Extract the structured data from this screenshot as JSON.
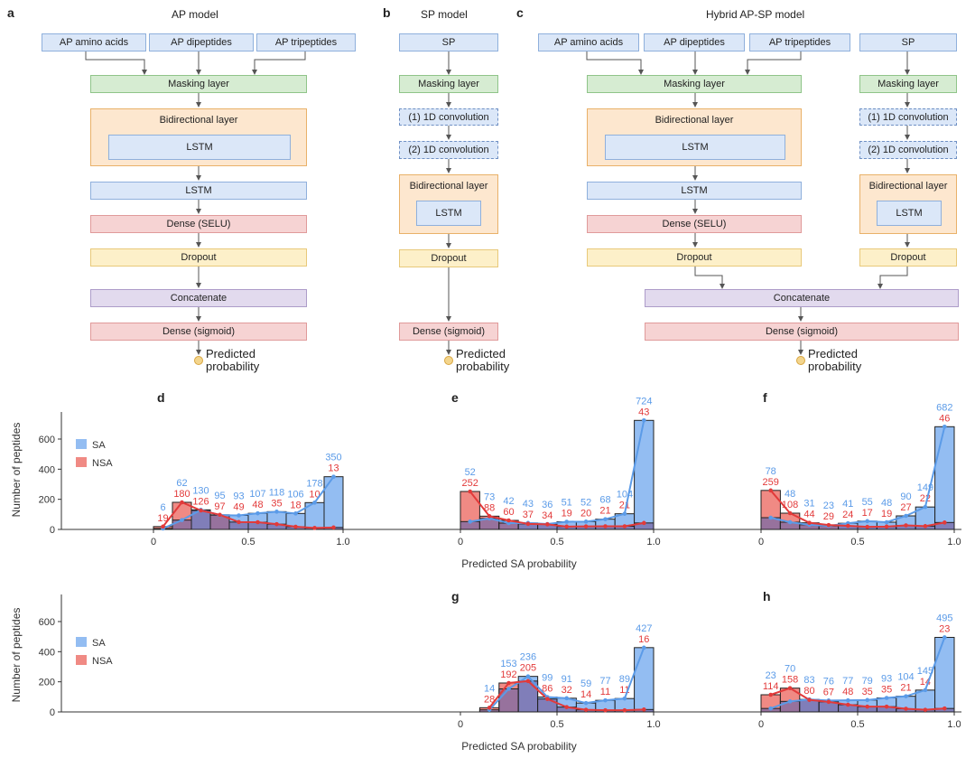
{
  "colors": {
    "sa": "#5b9be8",
    "sa_fill": "#93bdf2",
    "nsa": "#e23a3a",
    "nsa_fill": "#f08a84",
    "overlap": "#7a6aa6"
  },
  "panels": {
    "a": {
      "letter": "a",
      "title": "AP model"
    },
    "b": {
      "letter": "b",
      "title": "SP model"
    },
    "c": {
      "letter": "c",
      "title": "Hybrid AP-SP model"
    },
    "d": {
      "letter": "d"
    },
    "e": {
      "letter": "e"
    },
    "f": {
      "letter": "f"
    },
    "g": {
      "letter": "g"
    },
    "h": {
      "letter": "h"
    }
  },
  "diagram": {
    "ap_amino": "AP amino acids",
    "ap_dipep": "AP dipeptides",
    "ap_tripep": "AP tripeptides",
    "sp": "SP",
    "masking": "Masking layer",
    "bidir": "Bidirectional layer",
    "lstm": "LSTM",
    "dense_selu": "Dense (SELU)",
    "dropout": "Dropout",
    "concat": "Concatenate",
    "dense_sigmoid": "Dense (sigmoid)",
    "conv1": "(1) 1D convolution",
    "conv2": "(2) 1D convolution",
    "pred_line1": "Predicted",
    "pred_line2": "probability"
  },
  "axes": {
    "ylabel": "Number of peptides",
    "xlabel": "Predicted SA probability",
    "yticks": [
      "0",
      "200",
      "400",
      "600"
    ],
    "xticks": [
      "0",
      "0.5",
      "1.0"
    ],
    "legend_sa": "SA",
    "legend_nsa": "NSA"
  },
  "chart_data": [
    {
      "panel": "d",
      "type": "bar",
      "x_bins": [
        "0-0.1",
        "0.1-0.2",
        "0.2-0.3",
        "0.3-0.4",
        "0.4-0.5",
        "0.5-0.6",
        "0.6-0.7",
        "0.7-0.8",
        "0.8-0.9",
        "0.9-1.0"
      ],
      "series": [
        {
          "name": "SA",
          "values": [
            6,
            62,
            130,
            95,
            93,
            107,
            118,
            106,
            178,
            350
          ]
        },
        {
          "name": "NSA",
          "values": [
            19,
            180,
            126,
            97,
            49,
            48,
            35,
            18,
            10,
            13
          ]
        }
      ],
      "ylim": [
        0,
        750
      ],
      "xlim": [
        0,
        1
      ]
    },
    {
      "panel": "e",
      "type": "bar",
      "series": [
        {
          "name": "SA",
          "values": [
            52,
            73,
            42,
            43,
            36,
            51,
            52,
            68,
            104,
            724
          ]
        },
        {
          "name": "NSA",
          "values": [
            252,
            88,
            60,
            37,
            34,
            19,
            20,
            21,
            21,
            43
          ]
        }
      ],
      "ylim": [
        0,
        750
      ],
      "xlim": [
        0,
        1
      ]
    },
    {
      "panel": "f",
      "type": "bar",
      "series": [
        {
          "name": "SA",
          "values": [
            78,
            48,
            31,
            23,
            41,
            55,
            48,
            90,
            149,
            682
          ]
        },
        {
          "name": "NSA",
          "values": [
            259,
            108,
            44,
            29,
            24,
            17,
            19,
            27,
            22,
            46
          ]
        }
      ],
      "ylim": [
        0,
        750
      ],
      "xlim": [
        0,
        1
      ]
    },
    {
      "panel": "g",
      "type": "bar",
      "series": [
        {
          "name": "SA",
          "values": [
            14,
            153,
            236,
            99,
            91,
            59,
            77,
            89,
            427
          ]
        },
        {
          "name": "NSA",
          "values": [
            28,
            192,
            205,
            86,
            32,
            14,
            11,
            11,
            16
          ]
        }
      ],
      "ylim": [
        0,
        750
      ],
      "xlim": [
        0,
        1
      ]
    },
    {
      "panel": "h",
      "type": "bar",
      "series": [
        {
          "name": "SA",
          "values": [
            23,
            70,
            83,
            76,
            77,
            79,
            93,
            104,
            145,
            495
          ]
        },
        {
          "name": "NSA",
          "values": [
            114,
            158,
            80,
            67,
            48,
            35,
            35,
            21,
            14,
            23
          ]
        }
      ],
      "ylim": [
        0,
        750
      ],
      "xlim": [
        0,
        1
      ]
    }
  ]
}
